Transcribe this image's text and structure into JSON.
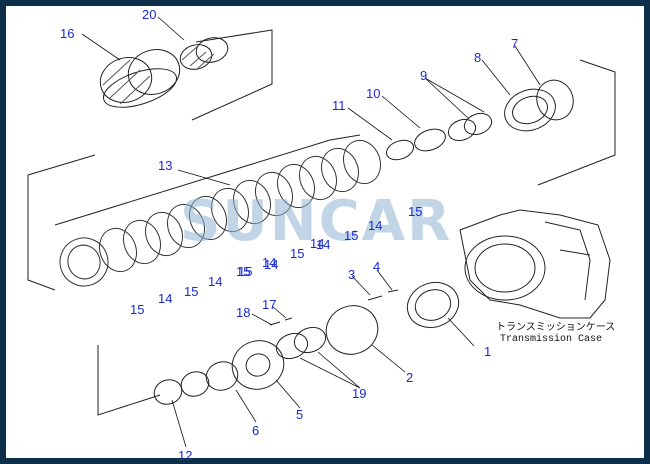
{
  "watermark": "SUNCAR",
  "caption": {
    "jp": "トランスミッションケース",
    "en": "Transmission Case"
  },
  "callouts": [
    "1",
    "2",
    "3",
    "4",
    "5",
    "6",
    "7",
    "8",
    "9",
    "10",
    "11",
    "12",
    "13",
    "14",
    "14",
    "14",
    "14",
    "14",
    "14",
    "14",
    "15",
    "15",
    "15",
    "15",
    "15",
    "15",
    "15",
    "16",
    "17",
    "18",
    "19",
    "20"
  ],
  "colors": {
    "frame": "#0e2f4a",
    "callout": "#1a2ad0",
    "line": "#111111",
    "watermark": "#8fb3d4"
  }
}
